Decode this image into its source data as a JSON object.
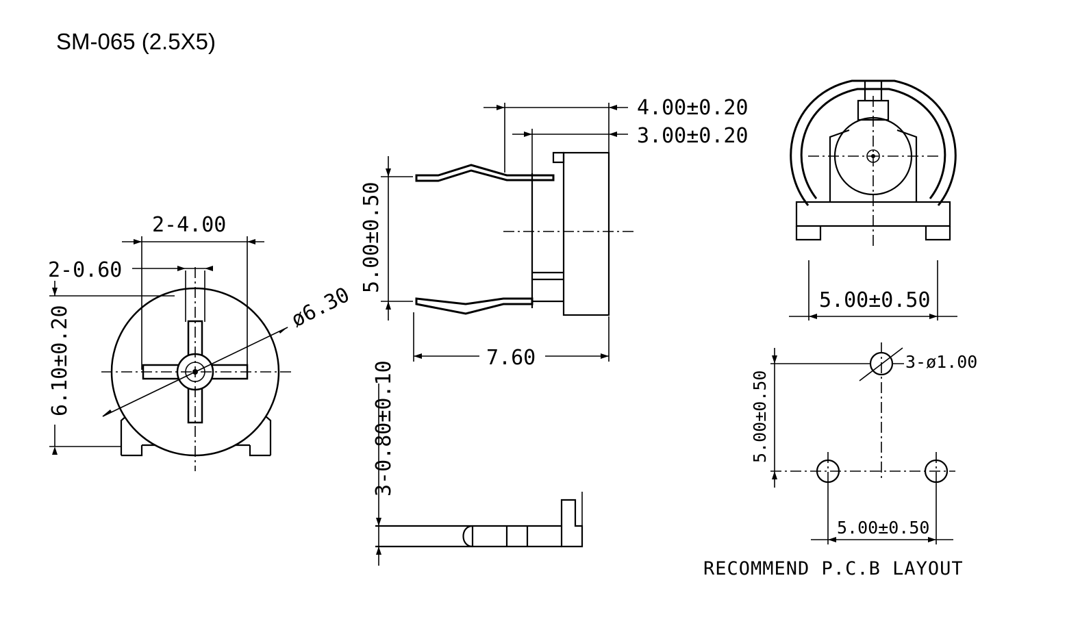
{
  "title": "SM-065 (2.5X5)",
  "front_view": {
    "pin_pitch": "2-4.00",
    "pin_width": "2-0.60",
    "height": "6.10±0.20",
    "diameter": "ø6.30"
  },
  "side_view": {
    "overall_depth": "4.00±0.20",
    "body_depth": "3.00±0.20",
    "lead_span": "5.00±0.50",
    "overall_length": "7.60"
  },
  "lead_detail": {
    "lead_thickness": "3-0.80±0.10"
  },
  "rear_view": {
    "pin_spacing": "5.00±0.50"
  },
  "pcb_layout": {
    "hole_diameter": "3-ø1.00",
    "vertical_spacing": "5.00±0.50",
    "horizontal_spacing": "5.00±0.50",
    "caption": "RECOMMEND P.C.B LAYOUT"
  }
}
